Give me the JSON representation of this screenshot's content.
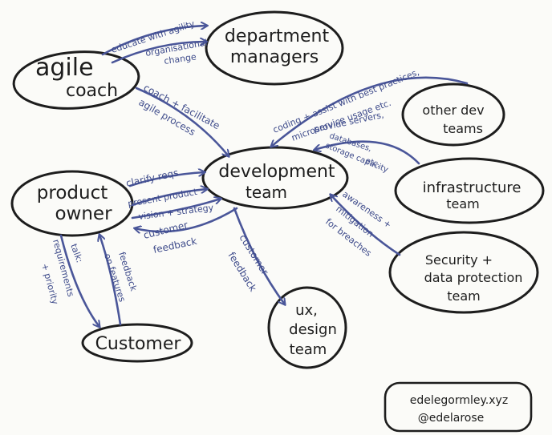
{
  "colors": {
    "ink": "#1d1d1d",
    "arrow": "#4a5699",
    "paper": "#fbfbf8"
  },
  "nodes": {
    "agile_coach": [
      "agile",
      "coach"
    ],
    "department_managers": [
      "department",
      "managers"
    ],
    "other_dev_teams": [
      "other dev",
      "teams"
    ],
    "development_team": [
      "development",
      "team"
    ],
    "product_owner": [
      "product",
      "owner"
    ],
    "infrastructure_team": [
      "infrastructure",
      "team"
    ],
    "security_team": [
      "Security +",
      "data protection",
      "team"
    ],
    "ux_design_team": [
      "ux,",
      "design",
      "team"
    ],
    "customer": [
      "Customer"
    ]
  },
  "edges": {
    "educate_agility": "educate with agility",
    "organisational_change": [
      "organisational",
      "change"
    ],
    "coach_facilitate": [
      "coach + facilitate",
      "agile process"
    ],
    "coding_assist": [
      "coding + assist with best practices,",
      "microservice usage etc."
    ],
    "provide_servers": [
      "provide servers,",
      "databases,",
      "storage capacity",
      "etc."
    ],
    "clarify_reqs": "clarify reqs",
    "present_vision": [
      "present product",
      "vision + strategy"
    ],
    "customer_feedback_po": [
      "customer",
      "feedback"
    ],
    "customer_feedback_ux": [
      "customer",
      "feedback"
    ],
    "awareness": [
      "awareness +",
      "mitigation",
      "for breaches"
    ],
    "talk_requirements": [
      "talk:",
      "requirements",
      "+ priority"
    ],
    "feedback_features": [
      "feedback",
      "on features"
    ]
  },
  "footer": {
    "site": "edelegormley.xyz",
    "handle": "@edelarose"
  }
}
